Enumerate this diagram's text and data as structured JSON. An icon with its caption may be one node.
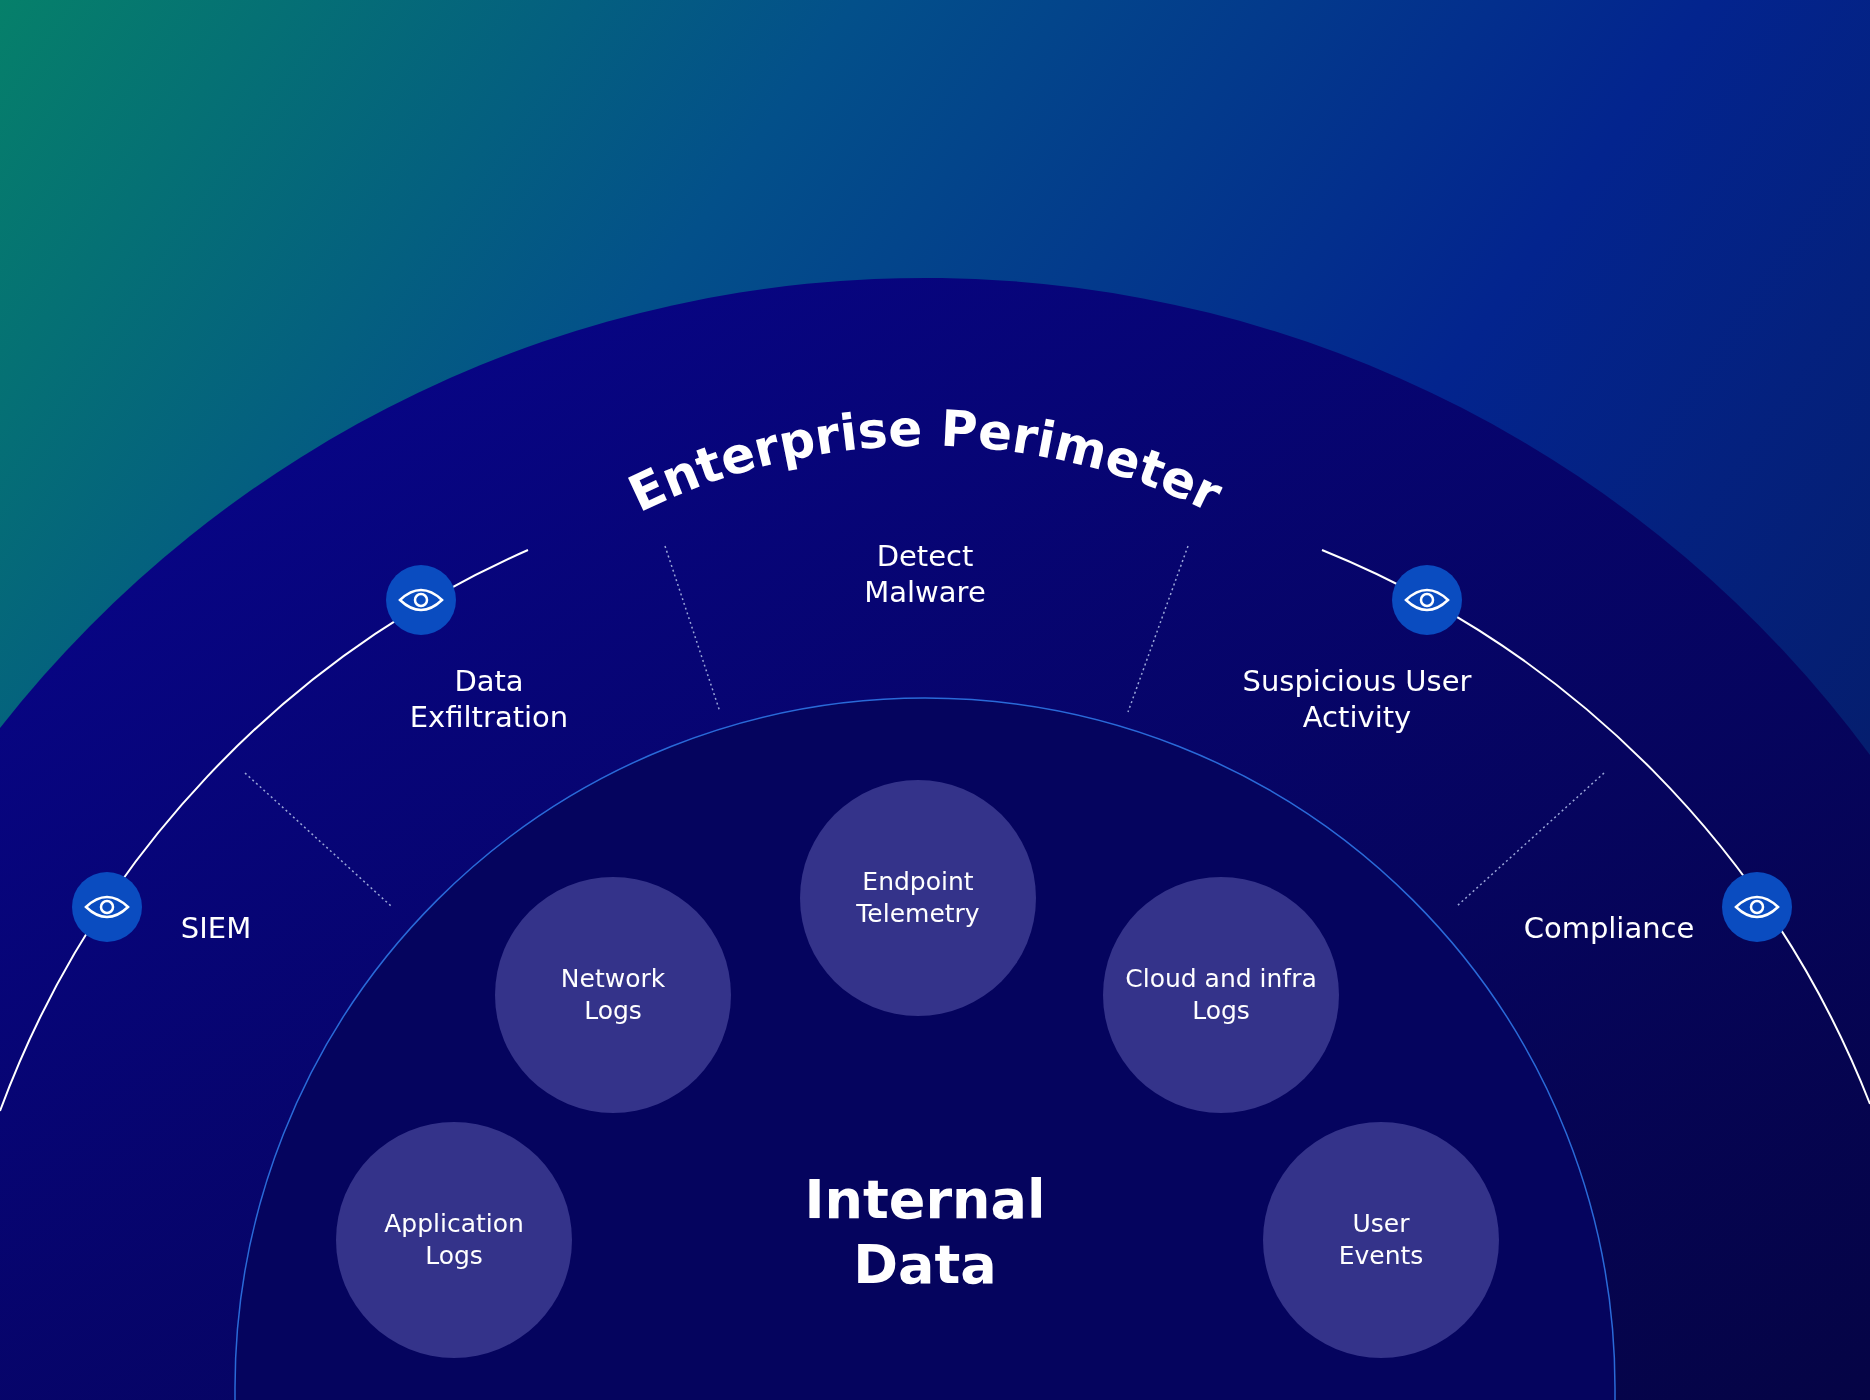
{
  "diagram": {
    "nodes": [
      {
        "text": [
          "Enterprise Perimeter"
        ]
      },
      {
        "text": [
          "Internal Data"
        ],
        "in": 0
      },
      {
        "text": [
          "Endpoint Telemetry"
        ],
        "in": 1
      },
      {
        "text": [
          "Network Logs"
        ],
        "in": 1
      },
      {
        "text": [
          "Cloud and infra Logs"
        ],
        "in": 1
      },
      {
        "text": [
          "Application Logs"
        ],
        "in": 1
      },
      {
        "text": [
          "User Events"
        ],
        "in": 1
      }
    ],
    "labels": [
      "Detect Malware",
      "Data Exfiltration",
      "Suspicious User Activity",
      "SIEM",
      "Compliance"
    ]
  }
}
